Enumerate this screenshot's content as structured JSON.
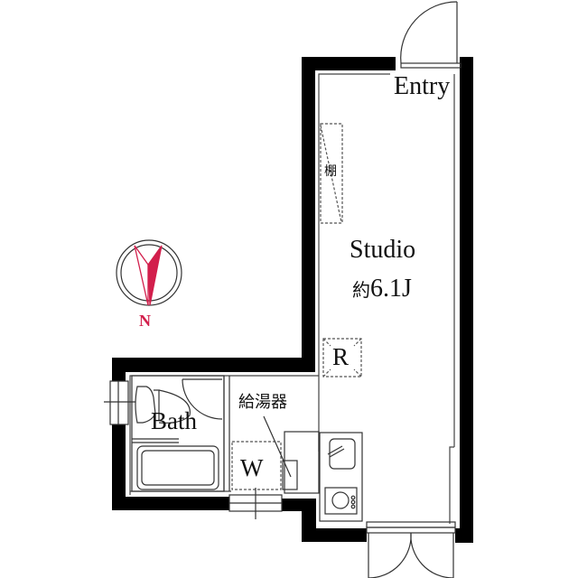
{
  "floorplan": {
    "rooms": {
      "entry": "Entry",
      "studio": "Studio",
      "studio_area_prefix": "約",
      "studio_area_value": "6.1J",
      "bath": "Bath"
    },
    "fixtures": {
      "shelf": "棚",
      "refrigerator": "R",
      "water_heater": "給湯器",
      "washer": "W"
    },
    "compass": {
      "label": "N",
      "color": "#d21f4c"
    },
    "colors": {
      "wall": "#000000",
      "line": "#333333",
      "background": "#ffffff"
    }
  }
}
